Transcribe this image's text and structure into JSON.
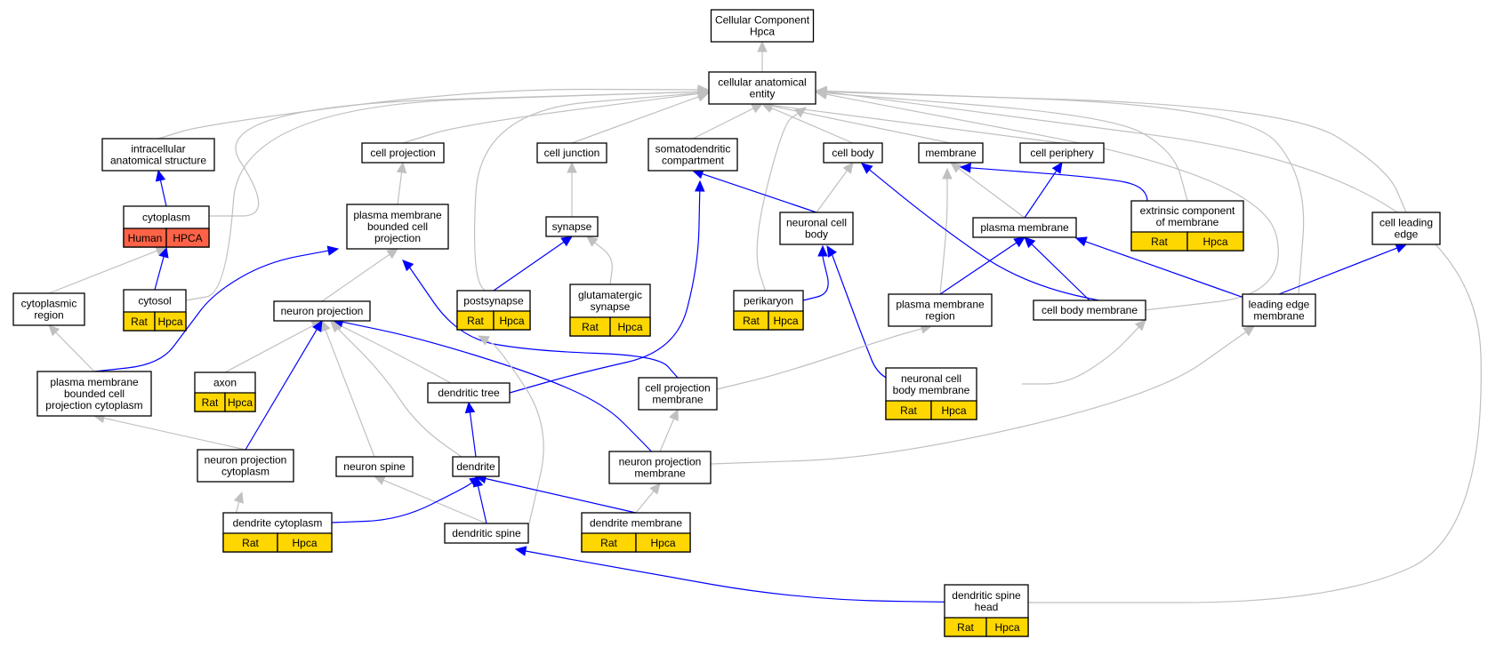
{
  "colors": {
    "gray_edge": "#c0c0c0",
    "blue_edge": "#0000ff",
    "rat_hpca": "#ffd700",
    "human_hpca": "#ff6347"
  },
  "nodes": {
    "root": {
      "lines": [
        "Cellular Component",
        "Hpca"
      ]
    },
    "cae": {
      "lines": [
        "cellular anatomical",
        "entity"
      ]
    },
    "ias": {
      "lines": [
        "intracellular",
        "anatomical structure"
      ]
    },
    "cellproj": {
      "lines": [
        "cell projection"
      ]
    },
    "celljunc": {
      "lines": [
        "cell junction"
      ]
    },
    "somato": {
      "lines": [
        "somatodendritic",
        "compartment"
      ]
    },
    "cellbody": {
      "lines": [
        "cell body"
      ]
    },
    "membrane": {
      "lines": [
        "membrane"
      ]
    },
    "periph": {
      "lines": [
        "cell periphery"
      ]
    },
    "cytoplasm": {
      "lines": [
        "cytoplasm"
      ],
      "cells": [
        "Human",
        "HPCA"
      ],
      "cell_color": "human_hpca"
    },
    "pmbcp": {
      "lines": [
        "plasma membrane",
        "bounded cell",
        "projection"
      ]
    },
    "synapse": {
      "lines": [
        "synapse"
      ]
    },
    "ncb": {
      "lines": [
        "neuronal cell",
        "body"
      ]
    },
    "pm": {
      "lines": [
        "plasma membrane"
      ]
    },
    "extrinsic": {
      "lines": [
        "extrinsic component",
        "of membrane"
      ],
      "cells": [
        "Rat",
        "Hpca"
      ],
      "cell_color": "rat_hpca"
    },
    "leadedge": {
      "lines": [
        "cell leading",
        "edge"
      ]
    },
    "cytregion": {
      "lines": [
        "cytoplasmic",
        "region"
      ]
    },
    "cytosol": {
      "lines": [
        "cytosol"
      ],
      "cells": [
        "Rat",
        "Hpca"
      ],
      "cell_color": "rat_hpca"
    },
    "neuronproj": {
      "lines": [
        "neuron projection"
      ]
    },
    "postsyn": {
      "lines": [
        "postsynapse"
      ],
      "cells": [
        "Rat",
        "Hpca"
      ],
      "cell_color": "rat_hpca"
    },
    "glut": {
      "lines": [
        "glutamatergic",
        "synapse"
      ],
      "cells": [
        "Rat",
        "Hpca"
      ],
      "cell_color": "rat_hpca"
    },
    "perik": {
      "lines": [
        "perikaryon"
      ],
      "cells": [
        "Rat",
        "Hpca"
      ],
      "cell_color": "rat_hpca"
    },
    "pmregion": {
      "lines": [
        "plasma membrane",
        "region"
      ]
    },
    "cbm": {
      "lines": [
        "cell body membrane"
      ]
    },
    "lem": {
      "lines": [
        "leading edge",
        "membrane"
      ]
    },
    "pmbcpc": {
      "lines": [
        "plasma membrane",
        "bounded cell",
        "projection cytoplasm"
      ]
    },
    "axon": {
      "lines": [
        "axon"
      ],
      "cells": [
        "Rat",
        "Hpca"
      ],
      "cell_color": "rat_hpca"
    },
    "dtree": {
      "lines": [
        "dendritic tree"
      ]
    },
    "cpm": {
      "lines": [
        "cell projection",
        "membrane"
      ]
    },
    "ncbm": {
      "lines": [
        "neuronal cell",
        "body membrane"
      ],
      "cells": [
        "Rat",
        "Hpca"
      ],
      "cell_color": "rat_hpca"
    },
    "npc": {
      "lines": [
        "neuron projection",
        "cytoplasm"
      ]
    },
    "nspine": {
      "lines": [
        "neuron spine"
      ]
    },
    "dendrite": {
      "lines": [
        "dendrite"
      ]
    },
    "npm": {
      "lines": [
        "neuron projection",
        "membrane"
      ]
    },
    "dcyto": {
      "lines": [
        "dendrite cytoplasm"
      ],
      "cells": [
        "Rat",
        "Hpca"
      ],
      "cell_color": "rat_hpca"
    },
    "dspine": {
      "lines": [
        "dendritic spine"
      ]
    },
    "dmem": {
      "lines": [
        "dendrite membrane"
      ],
      "cells": [
        "Rat",
        "Hpca"
      ],
      "cell_color": "rat_hpca"
    },
    "dsh": {
      "lines": [
        "dendritic spine",
        "head"
      ],
      "cells": [
        "Rat",
        "Hpca"
      ],
      "cell_color": "rat_hpca"
    }
  },
  "edges": [
    {
      "from": "cae",
      "to": "root",
      "kind": "gray"
    },
    {
      "from": "ias",
      "to": "cae",
      "kind": "gray"
    },
    {
      "from": "cellproj",
      "to": "cae",
      "kind": "gray"
    },
    {
      "from": "celljunc",
      "to": "cae",
      "kind": "gray"
    },
    {
      "from": "somato",
      "to": "cae",
      "kind": "gray"
    },
    {
      "from": "cellbody",
      "to": "cae",
      "kind": "gray"
    },
    {
      "from": "membrane",
      "to": "cae",
      "kind": "gray"
    },
    {
      "from": "periph",
      "to": "cae",
      "kind": "gray"
    },
    {
      "from": "cytoplasm",
      "to": "cae",
      "kind": "gray"
    },
    {
      "from": "cytosol",
      "to": "cae",
      "kind": "gray"
    },
    {
      "from": "postsyn",
      "to": "cae",
      "kind": "gray"
    },
    {
      "from": "perik",
      "to": "cae",
      "kind": "gray"
    },
    {
      "from": "extrinsic",
      "to": "cae",
      "kind": "gray"
    },
    {
      "from": "leadedge",
      "to": "cae",
      "kind": "gray"
    },
    {
      "from": "lem",
      "to": "cae",
      "kind": "gray"
    },
    {
      "from": "cbm",
      "to": "cae",
      "kind": "gray"
    },
    {
      "from": "dsh",
      "to": "cae",
      "kind": "gray"
    },
    {
      "from": "cytoplasm",
      "to": "ias",
      "kind": "blue"
    },
    {
      "from": "pmbcp",
      "to": "cellproj",
      "kind": "gray"
    },
    {
      "from": "synapse",
      "to": "celljunc",
      "kind": "gray"
    },
    {
      "from": "ncb",
      "to": "somato",
      "kind": "blue"
    },
    {
      "from": "ncb",
      "to": "cellbody",
      "kind": "gray"
    },
    {
      "from": "pm",
      "to": "membrane",
      "kind": "gray"
    },
    {
      "from": "pmregion",
      "to": "membrane",
      "kind": "gray"
    },
    {
      "from": "extrinsic",
      "to": "membrane",
      "kind": "blue"
    },
    {
      "from": "pm",
      "to": "periph",
      "kind": "blue"
    },
    {
      "from": "cytosol",
      "to": "cytoplasm",
      "kind": "blue"
    },
    {
      "from": "cytregion",
      "to": "cytoplasm",
      "kind": "gray"
    },
    {
      "from": "neuronproj",
      "to": "pmbcp",
      "kind": "gray"
    },
    {
      "from": "pmbcpc",
      "to": "pmbcp",
      "kind": "blue"
    },
    {
      "from": "cpm",
      "to": "pmbcp",
      "kind": "blue"
    },
    {
      "from": "postsyn",
      "to": "synapse",
      "kind": "blue"
    },
    {
      "from": "glut",
      "to": "synapse",
      "kind": "gray"
    },
    {
      "from": "perik",
      "to": "ncb",
      "kind": "blue"
    },
    {
      "from": "ncbm",
      "to": "ncb",
      "kind": "blue"
    },
    {
      "from": "pmregion",
      "to": "pm",
      "kind": "blue"
    },
    {
      "from": "cbm",
      "to": "pm",
      "kind": "blue"
    },
    {
      "from": "lem",
      "to": "pm",
      "kind": "blue"
    },
    {
      "from": "cbm",
      "to": "cellbody",
      "kind": "blue"
    },
    {
      "from": "lem",
      "to": "leadedge",
      "kind": "blue"
    },
    {
      "from": "pmbcpc",
      "to": "cytregion",
      "kind": "gray"
    },
    {
      "from": "axon",
      "to": "neuronproj",
      "kind": "gray"
    },
    {
      "from": "dtree",
      "to": "neuronproj",
      "kind": "gray"
    },
    {
      "from": "nspine",
      "to": "neuronproj",
      "kind": "gray"
    },
    {
      "from": "dendrite",
      "to": "neuronproj",
      "kind": "gray"
    },
    {
      "from": "npc",
      "to": "neuronproj",
      "kind": "blue"
    },
    {
      "from": "npm",
      "to": "neuronproj",
      "kind": "blue"
    },
    {
      "from": "dtree",
      "to": "somato",
      "kind": "blue"
    },
    {
      "from": "dspine",
      "to": "postsyn",
      "kind": "gray"
    },
    {
      "from": "cpm",
      "to": "pmregion",
      "kind": "gray"
    },
    {
      "from": "ncbm",
      "to": "cbm",
      "kind": "gray"
    },
    {
      "from": "npm",
      "to": "lem",
      "kind": "gray"
    },
    {
      "from": "npc",
      "to": "pmbcpc",
      "kind": "gray"
    },
    {
      "from": "npm",
      "to": "cpm",
      "kind": "gray"
    },
    {
      "from": "dendrite",
      "to": "dtree",
      "kind": "blue"
    },
    {
      "from": "dcyto",
      "to": "npc",
      "kind": "gray"
    },
    {
      "from": "dspine",
      "to": "nspine",
      "kind": "gray"
    },
    {
      "from": "dcyto",
      "to": "dendrite",
      "kind": "blue"
    },
    {
      "from": "dspine",
      "to": "dendrite",
      "kind": "blue"
    },
    {
      "from": "dmem",
      "to": "dendrite",
      "kind": "blue"
    },
    {
      "from": "dmem",
      "to": "npm",
      "kind": "gray"
    },
    {
      "from": "dsh",
      "to": "dspine",
      "kind": "blue"
    }
  ]
}
